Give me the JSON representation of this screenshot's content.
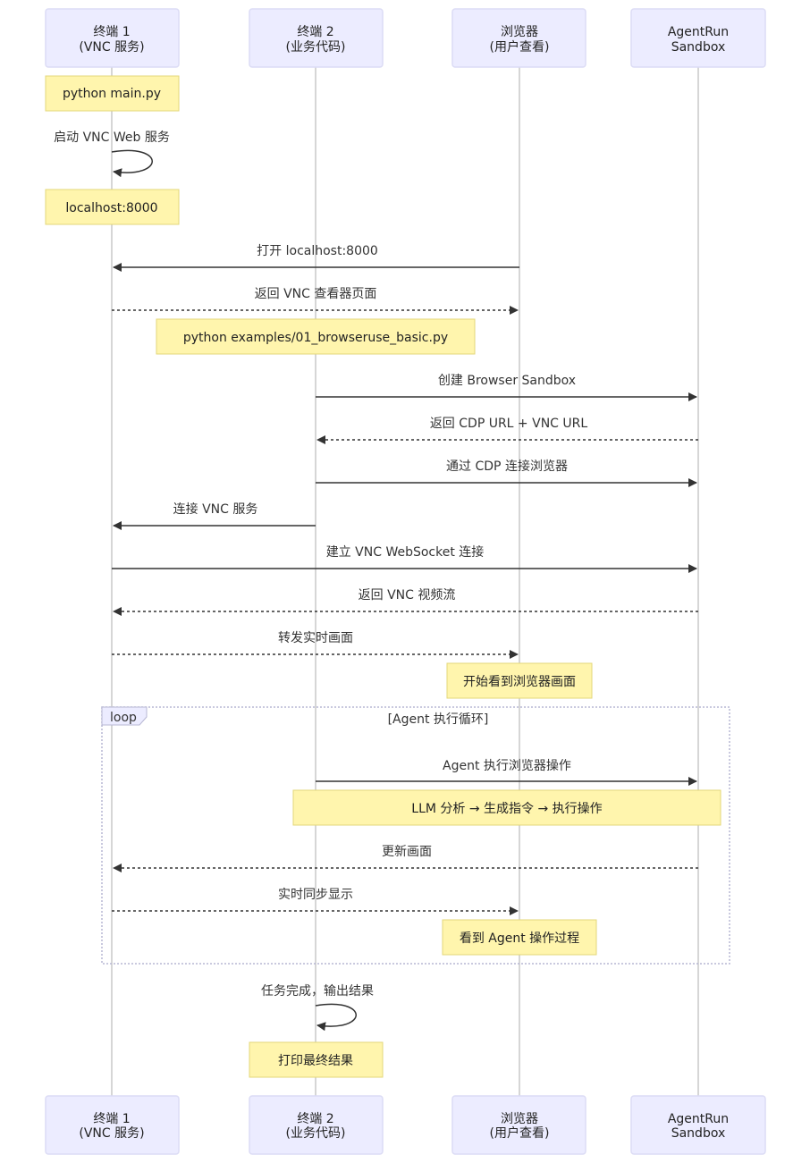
{
  "actors": {
    "t1": [
      "终端 1",
      "(VNC 服务)"
    ],
    "t2": [
      "终端 2",
      "(业务代码)"
    ],
    "br": [
      "浏览器",
      "(用户查看)"
    ],
    "sb": [
      "AgentRun",
      "Sandbox"
    ]
  },
  "notes": {
    "n1": "python main.py",
    "n2": "localhost:8000",
    "n3": "python examples/01_browseruse_basic.py",
    "n4": "开始看到浏览器画面",
    "n5": "LLM 分析 → 生成指令 → 执行操作",
    "n6": "看到 Agent 操作过程",
    "n7": "打印最终结果"
  },
  "messages": {
    "m1": "启动 VNC Web 服务",
    "m2": "打开 localhost:8000",
    "m3": "返回 VNC 查看器页面",
    "m4": "创建 Browser Sandbox",
    "m5": "返回 CDP URL + VNC URL",
    "m6": "通过 CDP 连接浏览器",
    "m7": "连接 VNC 服务",
    "m8": "建立 VNC WebSocket 连接",
    "m9": "返回 VNC 视频流",
    "m10": "转发实时画面",
    "m11": "Agent 执行浏览器操作",
    "m12": "更新画面",
    "m13": "实时同步显示",
    "m14": "任务完成，输出结果"
  },
  "loop": {
    "keyword": "loop",
    "condition": "[Agent 执行循环]"
  }
}
